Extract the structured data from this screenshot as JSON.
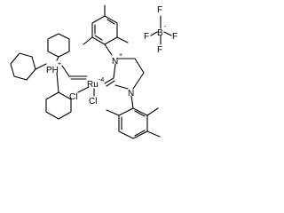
{
  "labels": {
    "boron": "B",
    "boron_charge": "-",
    "fluorine_top": "F",
    "fluorine_left": "F",
    "fluorine_right": "F",
    "fluorine_bottom": "F",
    "phosphonium": "PH",
    "phosphonium_charge": "+",
    "ruthenium": "Ru",
    "ruthenium_charge": "-4",
    "nitrogen_top": "N",
    "nitrogen_top_charge": "+",
    "nitrogen_bottom": "N",
    "chloride_left": "Cl",
    "chloride_right": "Cl"
  }
}
